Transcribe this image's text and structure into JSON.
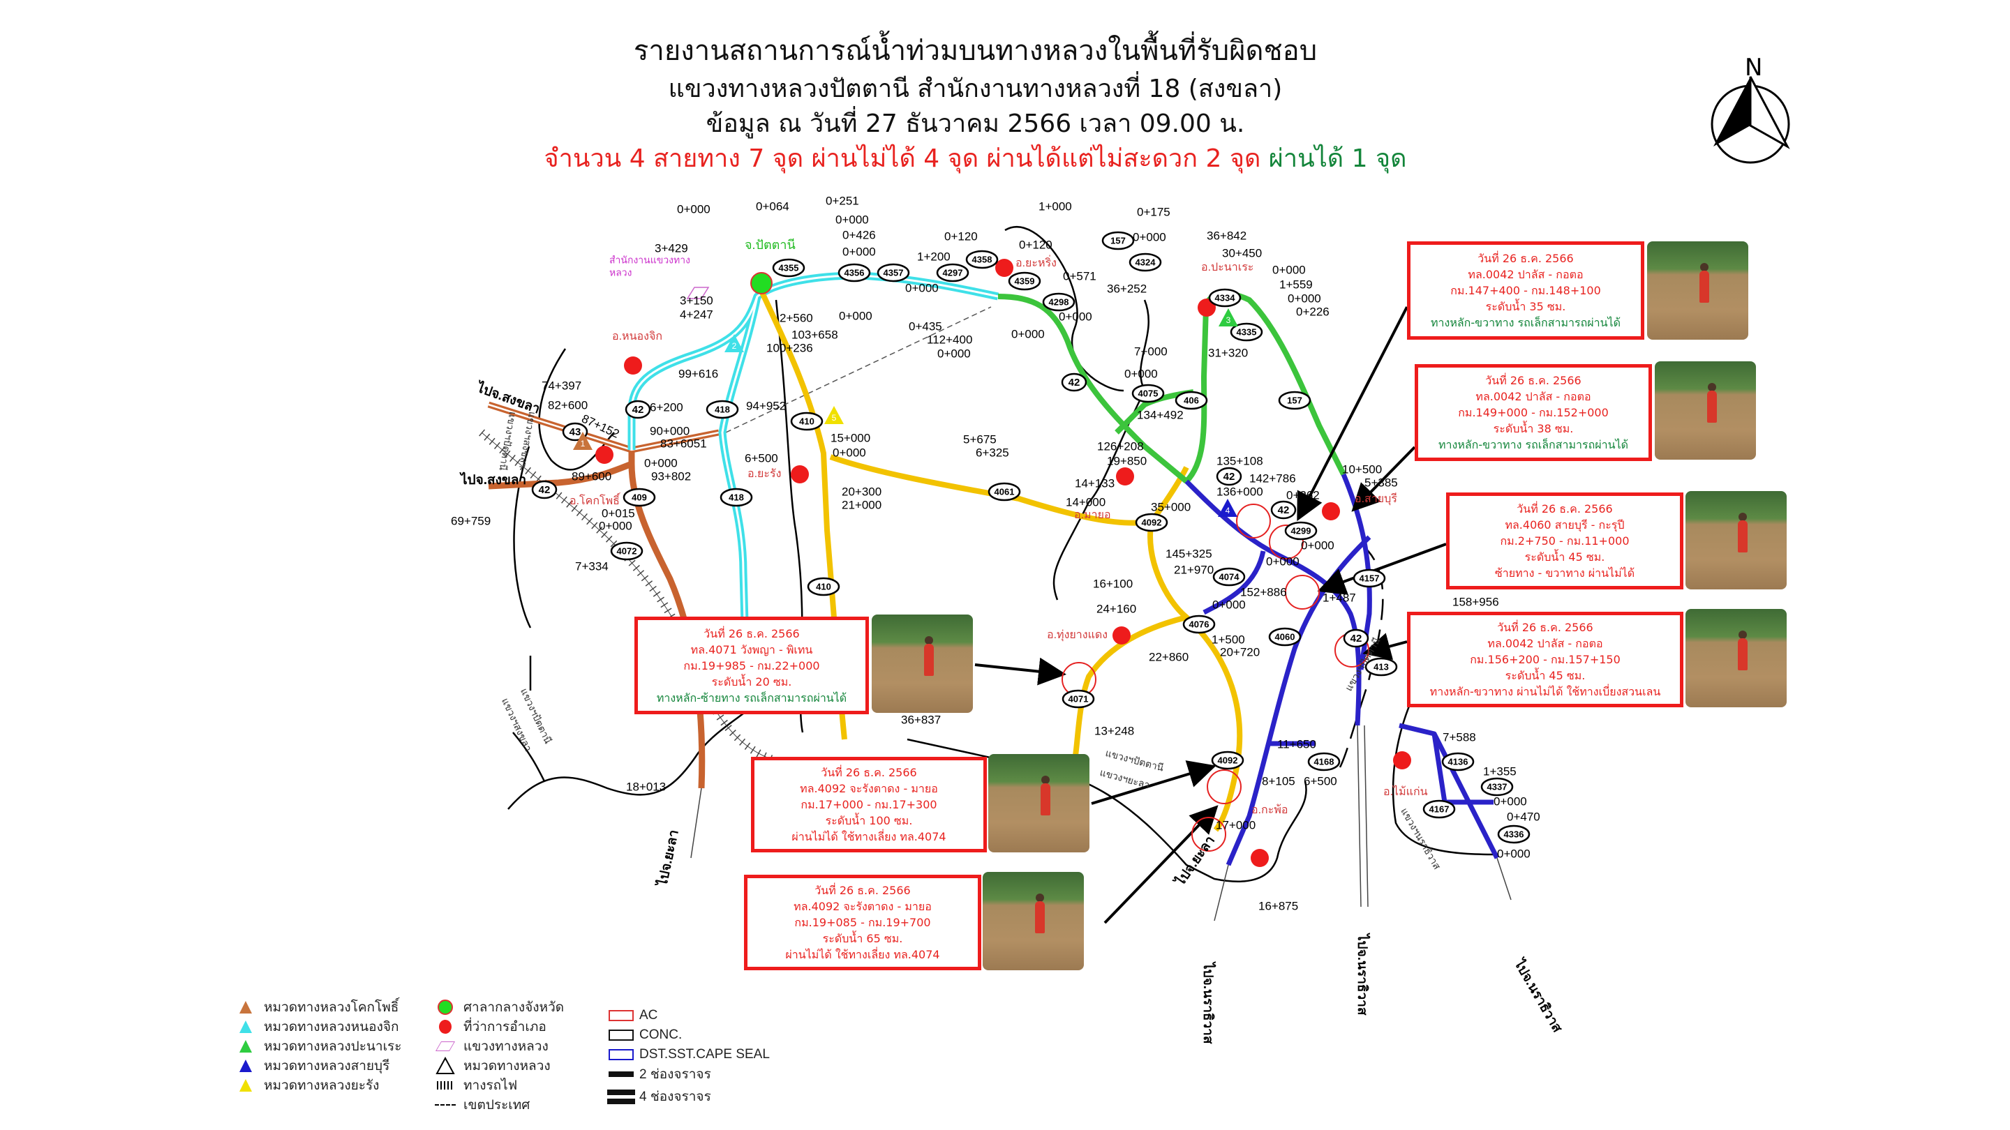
{
  "title": {
    "line1": "รายงานสถานการณ์น้ำท่วมบนทางหลวงในพื้นที่รับผิดชอบ",
    "line2": "แขวงทางหลวงปัตตานี  สำนักงานทางหลวงที่ 18 (สงขลา)",
    "line3": "ข้อมูล ณ วันที่ 27 ธันวาคม 2566 เวลา 09.00 น.",
    "summary_main": "จำนวน 4 สายทาง 7 จุด ผ่านไม่ได้ 4 จุด ผ่านได้แต่ไม่สะดวก 2 จุด",
    "summary_passable": "ผ่านได้ 1 จุด"
  },
  "colors": {
    "alert_red": "#e8221f",
    "passable_green": "#13853a",
    "box_border": "#ee1c1c"
  },
  "north_label": "N",
  "callouts": [
    {
      "date": "วันที่ 26 ธ.ค. 2566",
      "route": "ทล.0042 ปาลัส - กอตอ",
      "km": "กม.147+400 - กม.148+100",
      "level": "ระดับน้ำ 35 ซม.",
      "status": "ทางหลัก-ขวาทาง รถเล็กสามารถผ่านได้",
      "passable": true
    },
    {
      "date": "วันที่ 26 ธ.ค. 2566",
      "route": "ทล.0042 ปาลัส - กอตอ",
      "km": "กม.149+000 - กม.152+000",
      "level": "ระดับน้ำ 38 ซม.",
      "status": "ทางหลัก-ขวาทาง รถเล็กสามารถผ่านได้",
      "passable": true
    },
    {
      "date": "วันที่ 26 ธ.ค. 2566",
      "route": "ทล.4060 สายบุรี - กะรุปี",
      "km": "กม.2+750 - กม.11+000",
      "level": "ระดับน้ำ 45 ซม.",
      "status": "ซ้ายทาง - ขวาทาง ผ่านไม่ได้",
      "passable": false
    },
    {
      "date": "วันที่ 26 ธ.ค. 2566",
      "route": "ทล.0042 ปาลัส - กอตอ",
      "km": "กม.156+200 - กม.157+150",
      "level": "ระดับน้ำ 45 ซม.",
      "status": "ทางหลัก-ขวาทาง ผ่านไม่ได้ ใช้ทางเบี่ยงสวนเลน",
      "passable": false
    },
    {
      "date": "วันที่ 26 ธ.ค. 2566",
      "route": "ทล.4071 วังพญา - พิเทน",
      "km": "กม.19+985 - กม.22+000",
      "level": "ระดับน้ำ 20 ซม.",
      "status": "ทางหลัก-ซ้ายทาง รถเล็กสามารถผ่านได้",
      "passable": true
    },
    {
      "date": "วันที่ 26 ธ.ค. 2566",
      "route": "ทล.4092 จะรังตาดง - มายอ",
      "km": "กม.17+000 - กม.17+300",
      "level": "ระดับน้ำ 100 ซม.",
      "status": "ผ่านไม่ได้ ใช้ทางเลี่ยง ทล.4074",
      "passable": false
    },
    {
      "date": "วันที่ 26 ธ.ค. 2566",
      "route": "ทล.4092 จะรังตาดง - มายอ",
      "km": "กม.19+085 - กม.19+700",
      "level": "ระดับน้ำ 65 ซม.",
      "status": "ผ่านไม่ได้ ใช้ทางเลี่ยง ทล.4074",
      "passable": false
    }
  ],
  "map": {
    "province_label": "จ.ปัตตานี",
    "office_label": [
      "สำนักงานแขวงทาง",
      "หลวง"
    ],
    "km_labels": [
      "0+000",
      "0+064",
      "0+251",
      "0+000",
      "0+426",
      "0+000",
      "3+429",
      "3+150",
      "4+247",
      "2+560",
      "103+658",
      "100+236",
      "99+616",
      "74+397",
      "87+152",
      "6+200",
      "94+952",
      "90+000",
      "15+000",
      "0+000",
      "89+600",
      "93+802",
      "6+500",
      "0+000",
      "0+435",
      "112+400",
      "0+000",
      "1+200",
      "0+120",
      "0+000",
      "1+000",
      "0+175",
      "0+000",
      "36+842",
      "30+450",
      "0+120",
      "0+571",
      "0+000",
      "36+252",
      "0+000",
      "1+559",
      "0+000",
      "0+226",
      "0+000",
      "7+000",
      "31+320",
      "0+000",
      "134+492",
      "5+675",
      "6+325",
      "126+208",
      "19+850",
      "14+133",
      "14+000",
      "135+108",
      "136+000",
      "142+786",
      "10+500",
      "35+000",
      "5+385",
      "0+262",
      "145+325",
      "0+000",
      "0+000",
      "21+970",
      "152+886",
      "16+100",
      "24+160",
      "0+000",
      "1+487",
      "1+500",
      "20+720",
      "22+860",
      "13+248",
      "11+650",
      "8+105",
      "6+500",
      "17+000",
      "16+875",
      "7+588",
      "1+355",
      "0+000",
      "0+470",
      "0+000",
      "82+600",
      "83+6051",
      "0+000",
      "69+759",
      "0+000",
      "0+015",
      "7+334",
      "20+300",
      "21+000",
      "18+013",
      "36+837",
      "158+956"
    ],
    "route_shields": [
      "4355",
      "4356",
      "4357",
      "4297",
      "42",
      "43",
      "418",
      "410",
      "157",
      "4358",
      "4359",
      "4298",
      "4324",
      "4334",
      "4335",
      "42",
      "4075",
      "406",
      "157",
      "4061",
      "4092",
      "42",
      "42",
      "4299",
      "4074",
      "4076",
      "4157",
      "4060",
      "42",
      "413",
      "4071",
      "4092",
      "4168",
      "4136",
      "4167",
      "4337",
      "4336",
      "42",
      "409",
      "418",
      "4072",
      "410"
    ],
    "districts": [
      "อ.หนองจิก",
      "อ.ยะรัง",
      "อ.ยะหริ่ง",
      "อ.ปะนาเระ",
      "อ.มายอ",
      "อ.สายบุรี",
      "อ.ทุ่งยางแดง",
      "อ.กะพ้อ",
      "อ.ไม้แก่น",
      "อ.โคกโพธิ์"
    ],
    "directions": [
      "ไปจ.สงขลา",
      "ไปจ.สงขลา",
      "ไปจ.ยะลา",
      "ไปจ.ยะลา",
      "ไปจ.นราธิวาส",
      "ไปจ.นราธิวาส",
      "ไปจ.นราธิวาส"
    ],
    "boundaries": [
      "แขวงฯปัตตานี",
      "แขวงฯสงขลา",
      "แขวงฯปัตตานี",
      "แขวงฯสงขลา",
      "แขวงฯปัตตานี",
      "แขวงฯยะลา",
      "แขวงฯปัตตานี",
      "แขวงฯนราธิวาส"
    ],
    "zone_numbers": [
      "1",
      "2",
      "3",
      "4",
      "5"
    ]
  },
  "legend": {
    "zones": [
      {
        "num": "1",
        "label": "หมวดทางหลวงโคกโพธิ์",
        "color": "#c8743c"
      },
      {
        "num": "2",
        "label": "หมวดทางหลวงหนองจิก",
        "color": "#3fe0e8"
      },
      {
        "num": "3",
        "label": "หมวดทางหลวงปะนาเระ",
        "color": "#2ecc40"
      },
      {
        "num": "4",
        "label": "หมวดทางหลวงสายบุรี",
        "color": "#1a1acc"
      },
      {
        "num": "5",
        "label": "หมวดทางหลวงยะรัง",
        "color": "#f0e000"
      }
    ],
    "symbols": [
      "ศาลากลางจังหวัด",
      "ที่ว่าการอำเภอ",
      "แขวงทางหลวง",
      "หมวดทางหลวง",
      "ทางรถไฟ",
      "เขตประเทศ"
    ],
    "surfaces": [
      {
        "label": "AC",
        "color": "#d33"
      },
      {
        "label": "CONC.",
        "color": "#111"
      },
      {
        "label": "DST.SST.CAPE SEAL",
        "color": "#1a1acc"
      }
    ],
    "lanes": [
      "2  ช่องจราจร",
      "4  ช่องจราจร"
    ]
  }
}
